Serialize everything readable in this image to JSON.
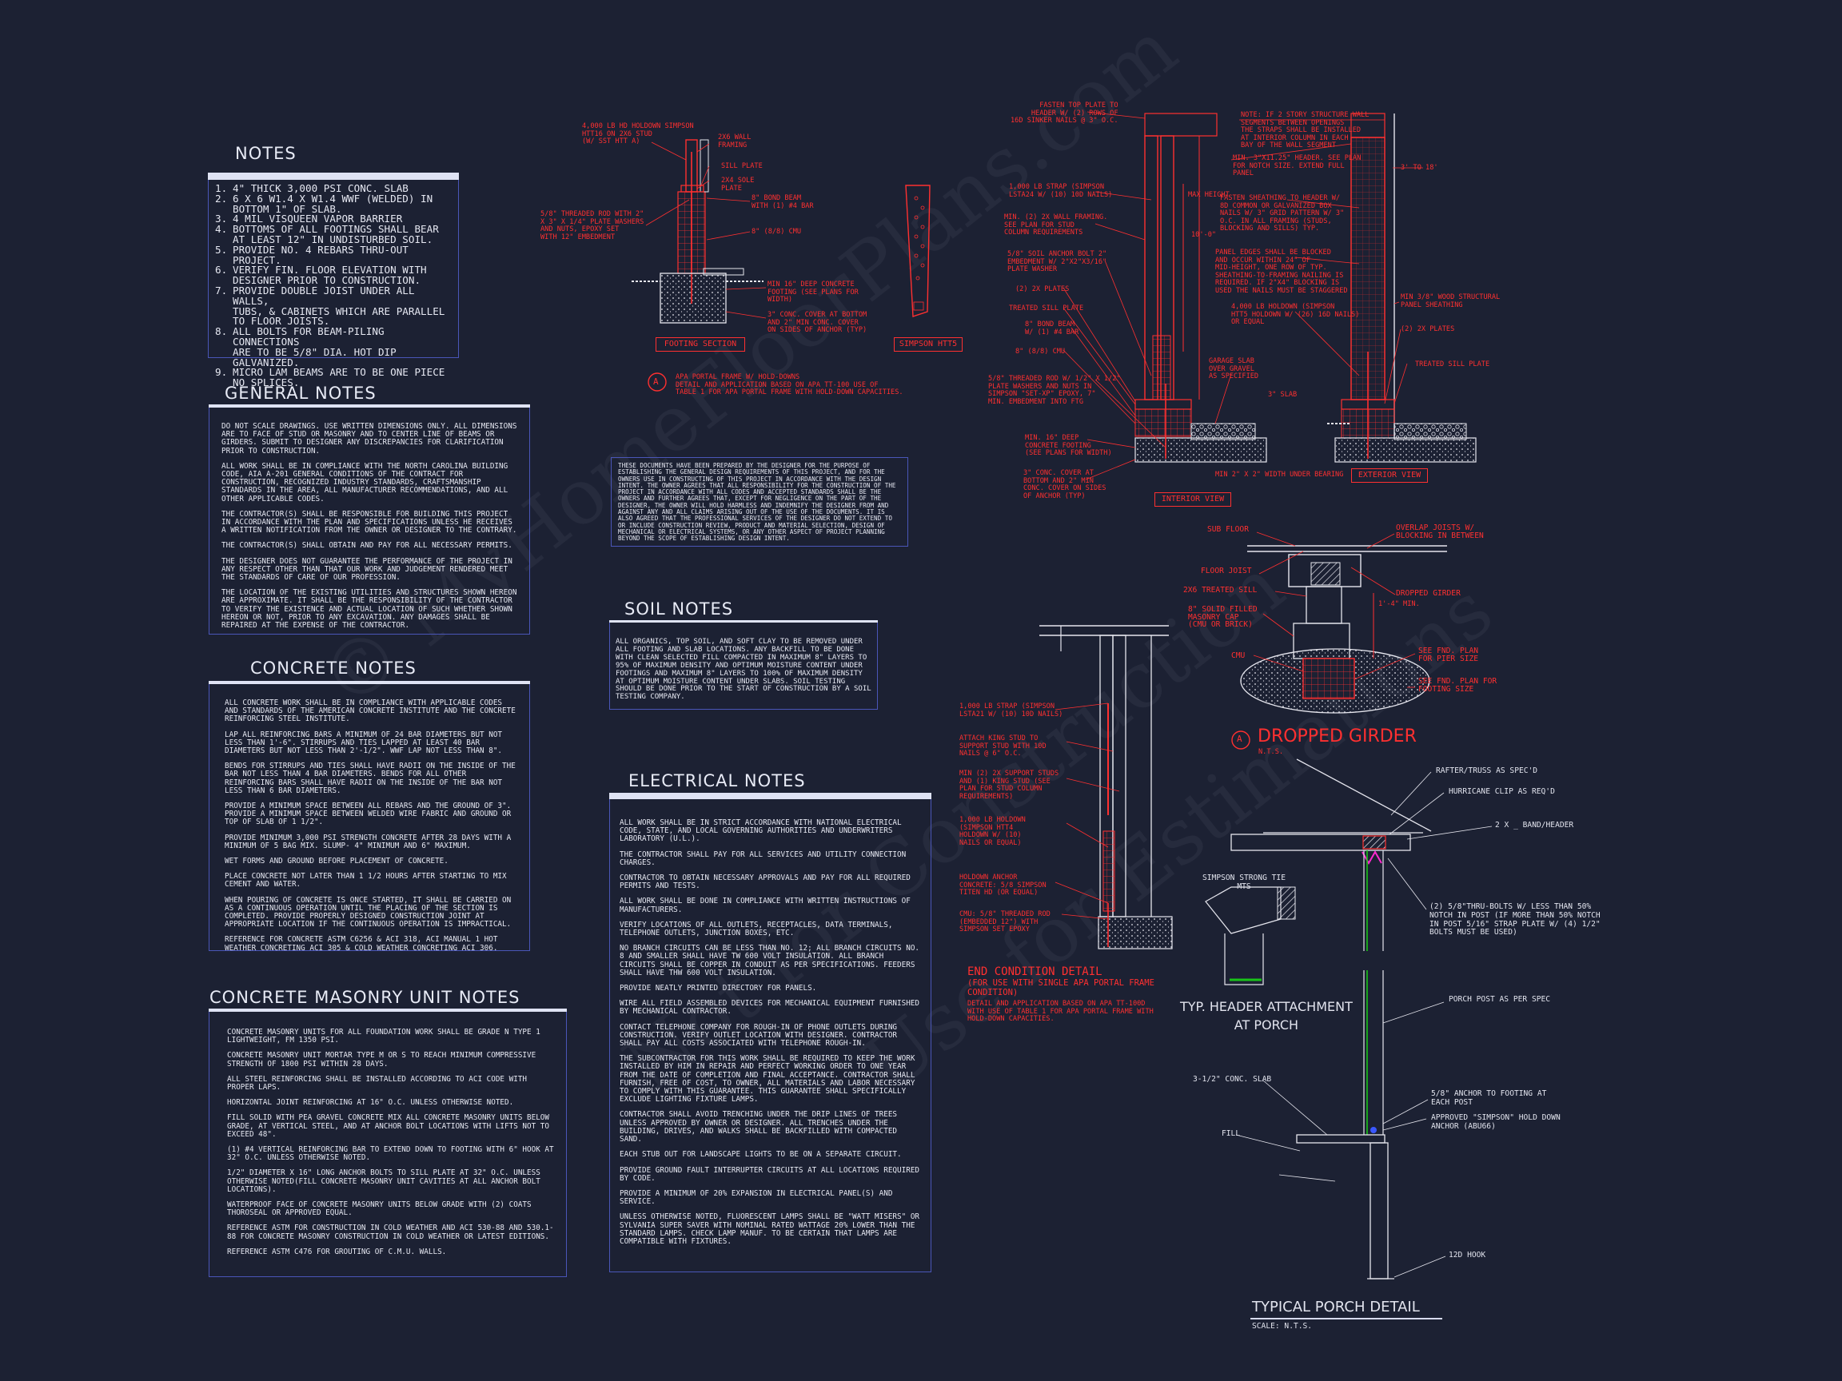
{
  "notes": {
    "title": "NOTES",
    "items": [
      {
        "num": "1.",
        "text": "4\" THICK 3,000 PSI CONC. SLAB"
      },
      {
        "num": "2.",
        "text": "6 x 6 W1.4 x W1.4 WWF (WELDED) IN\nBOTTOM 1\" OF SLAB."
      },
      {
        "num": "3.",
        "text": "4 MIL VISQUEEN VAPOR BARRIER"
      },
      {
        "num": "4.",
        "text": "BOTTOMS OF ALL FOOTINGS SHALL BEAR\nAT LEAST 12\" IN UNDISTURBED SOIL."
      },
      {
        "num": "5.",
        "text": "PROVIDE NO. 4 REBARS THRU-OUT\nPROJECT."
      },
      {
        "num": "6.",
        "text": "VERIFY FIN. FLOOR ELEVATION WITH\nDESIGNER PRIOR TO CONSTRUCTION."
      },
      {
        "num": "7.",
        "text": "PROVIDE DOUBLE JOIST UNDER ALL WALLS,\nTUBS, & CABINETS WHICH ARE PARALLEL\nTO FLOOR JOISTS."
      },
      {
        "num": "8.",
        "text": "ALL BOLTS FOR BEAM-PILING CONNECTIONS\nARE TO BE 5/8\" DIA. HOT DIP GALVANIZED."
      },
      {
        "num": "9.",
        "text": "MICRO LAM BEAMS ARE TO BE ONE PIECE\nNO SPLICES."
      }
    ]
  },
  "general_notes": {
    "title": "GENERAL NOTES",
    "paras": [
      "DO NOT SCALE DRAWINGS. USE WRITTEN DIMENSIONS ONLY. ALL DIMENSIONS ARE TO FACE OF STUD OR MASONRY AND TO CENTER LINE OF BEAMS OR GIRDERS. SUBMIT TO DESIGNER ANY DISCREPANCIES FOR CLARIFICATION PRIOR TO CONSTRUCTION.",
      "ALL WORK SHALL BE IN COMPLIANCE WITH THE NORTH CAROLINA BUILDING CODE, AIA A-201 GENERAL CONDITIONS OF THE CONTRACT FOR CONSTRUCTION, RECOGNIZED INDUSTRY STANDARDS, CRAFTSMANSHIP STANDARDS IN THE AREA, ALL MANUFACTURER RECOMMENDATIONS, AND ALL OTHER APPLICABLE CODES.",
      "THE CONTRACTOR(S) SHALL BE RESPONSIBLE FOR BUILDING THIS PROJECT IN ACCORDANCE WITH THE PLAN AND SPECIFICATIONS UNLESS HE RECEIVES A WRITTEN NOTIFICATION FROM THE OWNER OR DESIGNER TO THE CONTRARY.",
      "THE CONTRACTOR(S) SHALL OBTAIN AND PAY FOR ALL NECESSARY PERMITS.",
      "THE DESIGNER DOES NOT GUARANTEE THE PERFORMANCE OF THE PROJECT IN ANY RESPECT OTHER THAN THAT OUR WORK AND JUDGEMENT RENDERED MEET THE STANDARDS OF CARE OF OUR PROFESSION.",
      "THE LOCATION OF THE EXISTING UTILITIES AND STRUCTURES SHOWN HEREON ARE APPROXIMATE. IT SHALL BE THE RESPONSIBILITY OF THE CONTRACTOR TO VERIFY THE EXISTENCE AND ACTUAL LOCATION OF SUCH WHETHER SHOWN HEREON OR NOT, PRIOR TO ANY EXCAVATION. ANY DAMAGES SHALL BE REPAIRED AT THE EXPENSE OF THE CONTRACTOR."
    ]
  },
  "concrete_notes": {
    "title": "CONCRETE NOTES",
    "paras": [
      "ALL CONCRETE WORK SHALL BE IN COMPLIANCE WITH APPLICABLE CODES AND STANDARDS OF THE AMERICAN CONCRETE INSTITUTE AND THE CONCRETE REINFORCING STEEL INSTITUTE.",
      "LAP ALL REINFORCING BARS A MINIMUM OF 24 BAR DIAMETERS BUT NOT LESS THAN 1'-6\". STIRRUPS AND TIES LAPPED AT LEAST 40 BAR DIAMETERS BUT NOT LESS THAN 2'-1/2\". WWF LAP NOT LESS THAN 8\".",
      "BENDS FOR STIRRUPS AND TIES SHALL HAVE RADII ON THE INSIDE OF THE BAR NOT LESS THAN 4 BAR DIAMETERS. BENDS FOR ALL OTHER REINFORCING BARS SHALL HAVE RADII ON THE INSIDE OF THE BAR NOT LESS THAN 6 BAR DIAMETERS.",
      "PROVIDE A MINIMUM SPACE BETWEEN ALL REBARS AND THE GROUND OF 3\". PROVIDE A MINIMUM SPACE BETWEEN WELDED WIRE FABRIC AND GROUND OR TOP OF SLAB OF 1 1/2\".",
      "PROVIDE MINIMUM 3,000 PSI STRENGTH CONCRETE AFTER 28 DAYS WITH A MINIMUM OF 5 BAG MIX. SLUMP- 4\" MINIMUM AND 6\" MAXIMUM.",
      "WET FORMS AND GROUND BEFORE PLACEMENT OF CONCRETE.",
      "PLACE CONCRETE NOT LATER THAN 1 1/2 HOURS AFTER STARTING TO MIX CEMENT AND WATER.",
      "WHEN POURING OF CONCRETE IS ONCE STARTED, IT SHALL BE CARRIED ON AS A CONTINUOUS OPERATION UNTIL THE PLACING OF THE SECTION IS COMPLETED. PROVIDE PROPERLY DESIGNED CONSTRUCTION JOINT AT APPROPRIATE LOCATION IF THE CONTINUOUS OPERATION IS IMPRACTICAL.",
      "REFERENCE FOR CONCRETE ASTM C6256 & ACI 318, ACI MANUAL 1 HOT WEATHER CONCRETING ACI 305 & COLD WEATHER CONCRETING ACI 306."
    ]
  },
  "cmu_notes": {
    "title": "CONCRETE MASONRY UNIT NOTES",
    "paras": [
      "CONCRETE MASONRY UNITS FOR ALL FOUNDATION WORK SHALL BE GRADE N TYPE 1 LIGHTWEIGHT, FM 1350 PSI.",
      "CONCRETE MASONRY UNIT MORTAR TYPE M OR S TO REACH MINIMUM COMPRESSIVE STRENGTH OF 1800 PSI WITHIN 28 DAYS.",
      "ALL STEEL REINFORCING SHALL BE INSTALLED ACCORDING TO ACI CODE WITH PROPER LAPS.",
      "HORIZONTAL JOINT REINFORCING AT 16\" O.C. UNLESS OTHERWISE NOTED.",
      "FILL SOLID WITH PEA GRAVEL CONCRETE MIX ALL CONCRETE MASONRY UNITS BELOW GRADE, AT VERTICAL STEEL, AND AT ANCHOR BOLT LOCATIONS WITH LIFTS NOT TO EXCEED 48\".",
      "(1) #4 VERTICAL REINFORCING BAR TO EXTEND DOWN TO FOOTING WITH 6\" HOOK AT 32\" O.C. UNLESS OTHERWISE NOTED.",
      "1/2\" DIAMETER x 16\" LONG ANCHOR BOLTS TO SILL PLATE AT 32\" O.C. UNLESS OTHERWISE NOTED(FILL CONCRETE MASONRY UNIT CAVITIES AT ALL ANCHOR BOLT LOCATIONS).",
      "WATERPROOF FACE OF CONCRETE MASONRY UNITS BELOW GRADE WITH (2) COATS THOROSEAL OR APPROVED EQUAL.",
      "REFERENCE ASTM FOR CONSTRUCTION IN COLD WEATHER AND ACI 530-88 AND 530.1-88 FOR CONCRETE MASONRY CONSTRUCTION IN COLD WEATHER OR LATEST EDITIONS.",
      "REFERENCE ASTM C476 FOR GROUTING OF C.M.U. WALLS."
    ]
  },
  "disclaimer": {
    "text": "THESE DOCUMENTS HAVE BEEN PREPARED BY THE DESIGNER FOR THE PURPOSE OF ESTABLISHING THE GENERAL DESIGN REQUIREMENTS OF THIS PROJECT, AND FOR THE OWNERS USE IN CONSTRUCTING OF THIS PROJECT IN ACCORDANCE WITH THE DESIGN INTENT. THE OWNER AGREES THAT ALL RESPONSIBILITY FOR THE CONSTRUCTION OF THE PROJECT IN ACCORDANCE WITH ALL CODES AND ACCEPTED STANDARDS SHALL BE THE OWNERS AND FURTHER AGREES THAT, EXCEPT FOR NEGLIGENCE ON THE PART OF THE DESIGNER, THE OWNER WILL HOLD HARMLESS AND INDEMNIFY THE DESIGNER FROM AND AGAINST ANY AND ALL CLAIMS ARISING OUT OF THE USE OF THE DOCUMENTS. IT IS ALSO AGREED THAT THE PROFESSIONAL SERVICES OF THE DESIGNER DO NOT EXTEND TO OR INCLUDE CONSTRUCTION REVIEW, PRODUCT AND MATERIAL SELECTION, DESIGN OF MECHANICAL OR ELECTRICAL SYSTEMS, OR ANY OTHER ASPECT OF PROJECT PLANNING BEYOND THE SCOPE OF ESTABLISHING DESIGN INTENT."
  },
  "soil_notes": {
    "title": "SOIL NOTES",
    "text": "ALL ORGANICS, TOP SOIL, AND SOFT CLAY TO BE REMOVED UNDER ALL FOOTING AND SLAB LOCATIONS. ANY BACKFILL TO BE DONE WITH CLEAN SELECTED FILL COMPACTED IN MAXIMUM 8\" LAYERS TO 95% OF MAXIMUM DENSITY AND OPTIMUM MOISTURE CONTENT UNDER FOOTINGS AND MAXIMUM 8\" LAYERS TO 100% OF MAXIMUM DENSITY AT OPTIMUM MOISTURE CONTENT UNDER SLABS. SOIL TESTING SHOULD BE DONE PRIOR TO THE START OF CONSTRUCTION BY A SOIL TESTING COMPANY."
  },
  "electrical_notes": {
    "title": "ELECTRICAL NOTES",
    "paras": [
      "ALL WORK SHALL BE IN STRICT ACCORDANCE WITH NATIONAL ELECTRICAL CODE, STATE, AND LOCAL GOVERNING AUTHORITIES AND UNDERWRITERS LABORATORY (U.L.).",
      "THE CONTRACTOR SHALL PAY FOR ALL SERVICES AND UTILITY CONNECTION CHARGES.",
      "CONTRACTOR TO OBTAIN NECESSARY APPROVALS AND PAY FOR ALL REQUIRED PERMITS AND TESTS.",
      "ALL WORK SHALL BE DONE IN COMPLIANCE WITH WRITTEN INSTRUCTIONS OF MANUFACTURERS.",
      "VERIFY LOCATIONS OF ALL OUTLETS, RECEPTACLES, DATA TERMINALS, TELEPHONE OUTLETS, JUNCTION BOXES, ETC.",
      "NO BRANCH CIRCUITS CAN BE LESS THAN NO. 12; ALL BRANCH CIRCUITS NO. 8 AND SMALLER SHALL HAVE TW 600 VOLT INSULATION. ALL BRANCH CIRCUITS SHALL BE COPPER IN CONDUIT AS PER SPECIFICATIONS. FEEDERS SHALL HAVE THW 600 VOLT INSULATION.",
      "PROVIDE NEATLY PRINTED DIRECTORY FOR PANELS.",
      "WIRE ALL FIELD ASSEMBLED DEVICES FOR MECHANICAL EQUIPMENT FURNISHED BY MECHANICAL CONTRACTOR.",
      "CONTACT TELEPHONE COMPANY FOR ROUGH-IN OF PHONE OUTLETS DURING CONSTRUCTION. VERIFY OUTLET LOCATION WITH DESIGNER. CONTRACTOR SHALL PAY ALL COSTS ASSOCIATED WITH TELEPHONE ROUGH-IN.",
      "THE SUBCONTRACTOR FOR THIS WORK SHALL BE REQUIRED TO KEEP THE WORK INSTALLED BY HIM IN REPAIR AND PERFECT WORKING ORDER TO ONE YEAR FROM THE DATE OF COMPLETION AND FINAL ACCEPTANCE. CONTRACTOR SHALL FURNISH, FREE OF COST, TO OWNER, ALL MATERIALS AND LABOR NECESSARY TO COMPLY WITH THIS GUARANTEE. THIS GUARANTEE SHALL SPECIFICALLY EXCLUDE LIGHTING FIXTURE LAMPS.",
      "CONTRACTOR SHALL AVOID TRENCHING UNDER THE DRIP LINES OF TREES UNLESS APPROVED BY OWNER OR DESIGNER. ALL TRENCHES UNDER THE BUILDING, DRIVES, AND WALKS SHALL BE BACKFILLED WITH COMPACTED SAND.",
      "EACH STUB OUT FOR LANDSCAPE LIGHTS TO BE ON A SEPARATE CIRCUIT.",
      "PROVIDE GROUND FAULT INTERRUPTER CIRCUITS AT ALL LOCATIONS REQUIRED BY CODE.",
      "PROVIDE A MINIMUM OF 20% EXPANSION IN ELECTRICAL PANEL(S) AND SERVICE.",
      "UNLESS OTHERWISE NOTED, FLUORESCENT LAMPS SHALL BE \"WATT MISERS\" OR SYLVANIA SUPER SAVER WITH NOMINAL RATED WATTAGE 20% LOWER THAN THE STANDARD LAMPS. CHECK LAMP MANUF. TO BE CERTAIN THAT LAMPS ARE COMPATIBLE WITH FIXTURES."
    ]
  },
  "footing_detail": {
    "title": "FOOTING SECTION",
    "labels": [
      "4,000 LB HD HOLDOWN SIMPSON\nHTT16 ON 2x6 STUD\n(W/ SST HTT A)",
      "2x6 WALL\nFRAMING",
      "SILL PLATE",
      "2x4 SOLE\nPLATE",
      "5/8\" THREADED ROD WITH 2\"\nx 3\" x 1/4\" PLATE WASHERS\nAND NUTS, EPOXY SET\nWITH 12\" EMBEDMENT",
      "8\" BOND BEAM\nWITH (1) #4 BAR",
      "8\" (8/8) CMU",
      "MIN 16\" DEEP CONCRETE\nFOOTING (SEE PLANS FOR\nWIDTH)",
      "3\" CONC. COVER AT BOTTOM\nAND 2\" MIN CONC. COVER\nON SIDES OF ANCHOR (TYP)"
    ]
  },
  "simpson_htt": {
    "title": "SIMPSON HTT5"
  },
  "apa_note": {
    "marker": "A",
    "text": "APA PORTAL FRAME W/ HOLD-DOWNS\nDETAIL AND APPLICATION BASED ON APA TT-100 USE OF\nTABLE 1 FOR APA PORTAL FRAME WITH HOLD-DOWN CAPACITIES."
  },
  "interior_view": {
    "title": "INTERIOR VIEW",
    "labels": [
      "FASTEN TOP PLATE TO\nHEADER w/ (2) ROWS OF\n16d SINKER NAILS @ 3\" O.C.",
      "1,000 LB STRAP (SIMPSON\nLSTA24 W/ (10) 10d NAILS)",
      "MIN. (2) 2x WALL FRAMING.\nSEE PLAN FOR STUD\nCOLUMN REQUIREMENTS",
      "5/8\" SOIL ANCHOR BOLT 2\"\nEMBEDMENT w/ 2\"x2\"x3/16\"\nPLATE WASHER",
      "(2) 2x PLATES",
      "TREATED SILL PLATE",
      "8\" BOND BEAM\nW/ (1) #4 BAR",
      "8\" (8/8) CMU",
      "5/8\" THREADED ROD w/ 1/2\" x 1/2\"\nPLATE WASHERS AND NUTS IN\nSIMPSON \"SET-XP\" EPOXY, 7\"\nMIN. EMBEDMENT INTO FTG",
      "MIN. 16\" DEEP\nCONCRETE FOOTING\n(SEE PLANS FOR WIDTH)",
      "3\" CONC. COVER AT\nBOTTOM AND 2\" MIN\nCONC. COVER ON SIDES\nOF ANCHOR (TYP)",
      "GARAGE SLAB\nOVER GRAVEL\nAS SPECIFIED",
      "MAX HEIGHT",
      "10'-0\""
    ]
  },
  "exterior_view": {
    "title": "EXTERIOR VIEW",
    "labels": [
      "NOTE: IF 2 STORY STRUCTURE WALL\nSEGMENTS BETWEEN OPENINGS\nTHE STRAPS SHALL BE INSTALLED\nAT INTERIOR COLUMN IN EACH\nBAY OF THE WALL SEGMENT",
      "MIN. 3\"x11.25\" HEADER. SEE PLAN\nFOR NOTCH SIZE. EXTEND FULL\nPANEL",
      "FASTEN SHEATHING TO HEADER w/\n8d COMMON OR GALVANIZED BOX\nNAILS w/ 3\" GRID PATTERN w/ 3\"\nO.C. IN ALL FRAMING (STUDS,\nBLOCKING AND SILLS) TYP.",
      "PANEL EDGES SHALL BE BLOCKED\nAND OCCUR WITHIN 24\" OF\nMID-HEIGHT, ONE ROW OF TYP.\nSHEATHING-TO-FRAMING NAILING IS\nREQUIRED. IF 2\"x4\" BLOCKING IS\nUSED THE NAILS MUST BE STAGGERED",
      "4,000 LB HOLDOWN (SIMPSON\nHTT5 HOLDOWN w/ (26) 16d NAILS)\nOR EQUAL",
      "MIN 3/8\" WOOD STRUCTURAL\nPANEL SHEATHING",
      "(2) 2x PLATES",
      "TREATED SILL PLATE",
      "MIN 2\" x 2\" WIDTH UNDER BEARING",
      "3' TO 18'",
      "3\" SLAB"
    ]
  },
  "dropped_girder": {
    "marker": "A",
    "title": "DROPPED GIRDER",
    "scale": "N.T.S.",
    "labels": [
      "SUB FLOOR",
      "OVERLAP JOISTS w/\nBLOCKING IN BETWEEN",
      "FLOOR JOIST",
      "2x6 TREATED SILL",
      "DROPPED GIRDER",
      "8\" SOLID FILLED\nMASONRY CAP\n(CMU or BRICK)",
      "CMU",
      "SEE FND. PLAN\nFOR PIER SIZE",
      "SEE FND. PLAN FOR\nFOOTING SIZE",
      "1'-4\" MIN."
    ]
  },
  "end_condition": {
    "title": "END CONDITION DETAIL",
    "subtitle": "(FOR USE WITH SINGLE APA PORTAL FRAME\nCONDITION)",
    "note": "DETAIL AND APPLICATION BASED ON APA TT-100D\nWITH USE OF TABLE 1 FOR APA PORTAL FRAME WITH\nHOLD-DOWN CAPACITIES.",
    "labels": [
      "1,000 LB STRAP (SIMPSON\nLSTA21 W/ (10) 10d NAILS)",
      "ATTACH KING STUD TO\nSUPPORT STUD WITH 10d\nNAILS @ 6\" O.C.",
      "MIN (2) 2X SUPPORT STUDS\nAND (1) KING STUD (SEE\nPLAN FOR STUD COLUMN\nREQUIREMENTS)",
      "1,000 LB HOLDOWN\n(SIMPSON HTT4\nHOLDOWN W/ (10)\nNAILS OR EQUAL)",
      "HOLDOWN ANCHOR\nCONCRETE: 5/8 SIMPSON\nTITEN HD (OR EQUAL)",
      "CMU: 5/8\" THREADED ROD\n(EMBEDDED 12\") WITH\nSIMPSON SET EPOXY"
    ]
  },
  "header_attachment": {
    "title": "TYP. HEADER ATTACHMENT\nAT PORCH",
    "simpson_label": "SIMPSON STRONG TIE\nMTS"
  },
  "porch_detail": {
    "title": "TYPICAL PORCH DETAIL",
    "scale": "SCALE: N.T.S.",
    "labels": [
      "RAFTER/TRUSS AS SPEC'D",
      "HURRICANE CLIP AS REQ'D",
      "2 x _ BAND/HEADER",
      "(2) 5/8\"THRU-BOLTS W/ LESS THAN 50%\nNOTCH IN POST (IF MORE THAN 50% NOTCH\nIN POST 5/16\" STRAP PLATE w/ (4) 1/2\"\nBOLTS MUST BE USED)",
      "PORCH POST AS PER SPEC",
      "3-1/2\" CONC. SLAB",
      "5/8\" ANCHOR TO FOOTING AT\nEACH POST",
      "APPROVED \"SIMPSON\" HOLD DOWN\nANCHOR (ABU66)",
      "FILL",
      "12d HOOK"
    ]
  },
  "watermark": {
    "text_1": "© MyHomeFloorPlans.com",
    "text_2": "Not for Construction",
    "text_3": "Use for Estimations"
  },
  "colors": {
    "background": "#1c2133",
    "panel_border": "#4a56b8",
    "accent_red": "#ff3030",
    "text": "#e6e8f2",
    "porch_post": "#19c419"
  }
}
